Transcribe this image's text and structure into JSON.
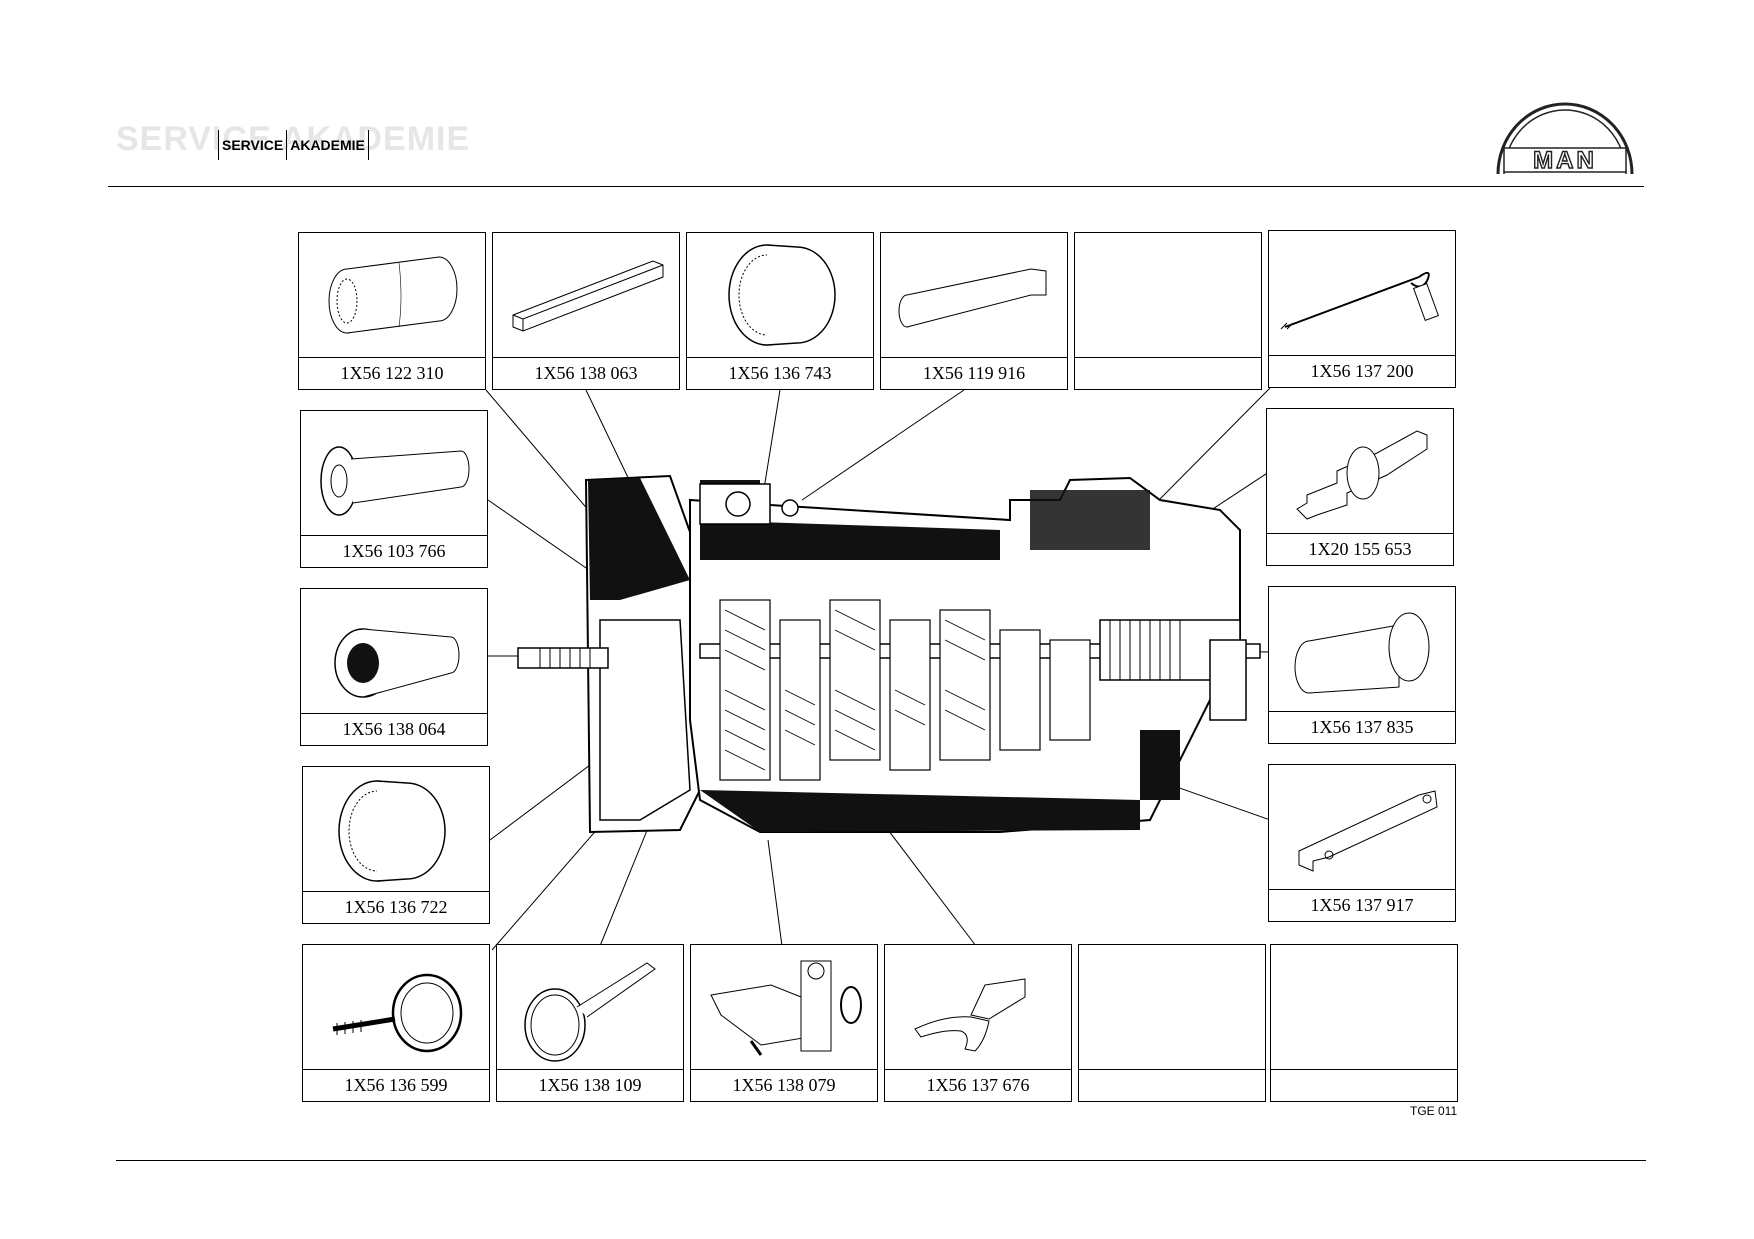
{
  "header": {
    "ghost_text": "SERVICE AKADEMIE",
    "label_left": "SERVICE",
    "label_right": "AKADEMIE",
    "logo_text": "MAN"
  },
  "tools": {
    "top": [
      {
        "code": "1X56 122 310",
        "icon": "threaded-sleeve-icon"
      },
      {
        "code": "1X56 138 063",
        "icon": "square-bar-icon"
      },
      {
        "code": "1X56 136 743",
        "icon": "ring-sleeve-icon"
      },
      {
        "code": "1X56 119 916",
        "icon": "tapered-pin-icon"
      },
      {
        "code": "",
        "icon": ""
      },
      {
        "code": "1X56 137 200",
        "icon": "hook-rod-icon"
      }
    ],
    "left": [
      {
        "code": "1X56 103 766",
        "icon": "mandrel-icon"
      },
      {
        "code": "1X56 138 064",
        "icon": "cone-sleeve-icon"
      },
      {
        "code": "1X56 136 722",
        "icon": "ring-sleeve-icon"
      }
    ],
    "right": [
      {
        "code": "1X20 155 653",
        "icon": "stepped-shaft-icon"
      },
      {
        "code": "1X56 137 835",
        "icon": "headed-pin-icon"
      },
      {
        "code": "1X56 137 917",
        "icon": "bracket-bar-icon"
      }
    ],
    "bottom": [
      {
        "code": "1X56 136 599",
        "icon": "eye-bolt-icon"
      },
      {
        "code": "1X56 138 109",
        "icon": "disc-shaft-icon"
      },
      {
        "code": "1X56 138 079",
        "icon": "holding-fixture-icon"
      },
      {
        "code": "1X56 137 676",
        "icon": "fork-wrench-icon"
      },
      {
        "code": "",
        "icon": ""
      },
      {
        "code": "",
        "icon": ""
      }
    ]
  },
  "reference_code": "TGE 011"
}
